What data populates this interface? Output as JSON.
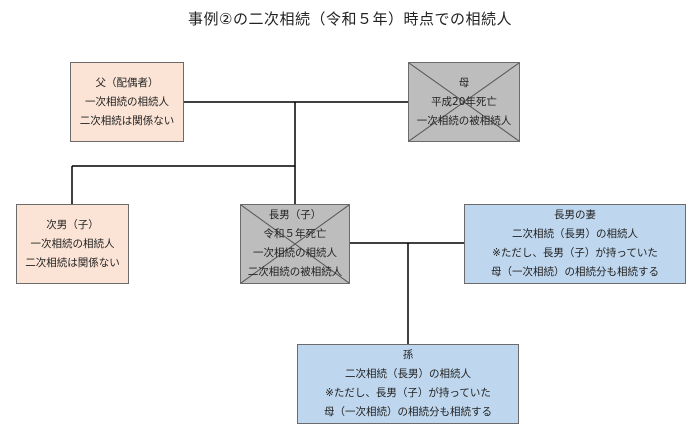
{
  "title": "事例②の二次相続（令和５年）時点での相続人",
  "nodes": {
    "father": {
      "lines": [
        "父（配偶者）",
        "一次相続の相続人",
        "二次相続は関係ない"
      ],
      "color": "#fbe3d5",
      "deceased": false
    },
    "mother": {
      "lines": [
        "母",
        "平成20年死亡",
        "一次相続の被相続人"
      ],
      "color": "#bdbdbd",
      "deceased": true
    },
    "second_son": {
      "lines": [
        "次男（子）",
        "一次相続の相続人",
        "二次相続は関係ない"
      ],
      "color": "#fbe3d5",
      "deceased": false
    },
    "eldest_son": {
      "lines": [
        "長男（子）",
        "令和５年死亡",
        "一次相続の相続人",
        "二次相続の被相続人"
      ],
      "color": "#bdbdbd",
      "deceased": true
    },
    "eldest_son_wife": {
      "lines": [
        "長男の妻",
        "二次相続（長男）の相続人",
        "※ただし、長男（子）が持っていた",
        "母（一次相続）の相続分も相続する"
      ],
      "color": "#bfd7ee",
      "deceased": false
    },
    "grandchild": {
      "lines": [
        "孫",
        "二次相続（長男）の相続人",
        "※ただし、長男（子）が持っていた",
        "母（一次相続）の相続分も相続する"
      ],
      "color": "#bfd7ee",
      "deceased": false
    }
  }
}
